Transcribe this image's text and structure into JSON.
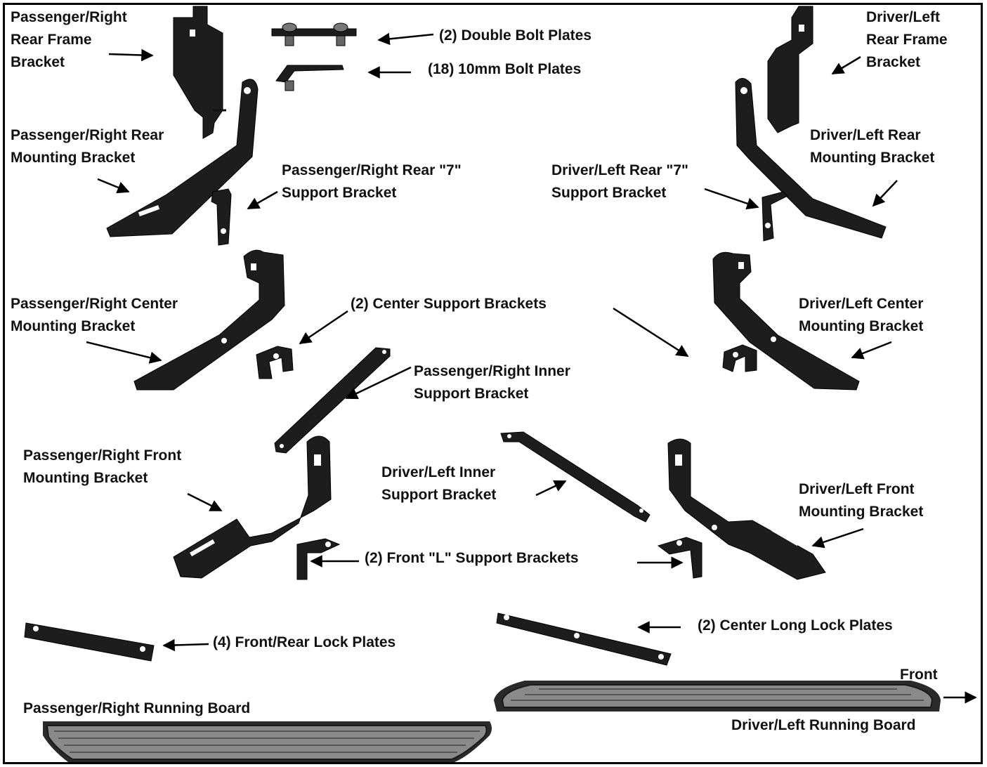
{
  "labels": {
    "pr_rear_frame": [
      "Passenger/Right",
      "Rear Frame",
      "Bracket"
    ],
    "double_bolt": "(2) Double Bolt Plates",
    "bolt_10mm": "(18) 10mm Bolt Plates",
    "dl_rear_frame": [
      "Driver/Left",
      "Rear Frame",
      "Bracket"
    ],
    "pr_rear_mount": [
      "Passenger/Right Rear",
      "Mounting Bracket"
    ],
    "pr_rear_7": [
      "Passenger/Right Rear \"7\"",
      "Support Bracket"
    ],
    "dl_rear_7": [
      "Driver/Left Rear \"7\"",
      "Support Bracket"
    ],
    "dl_rear_mount": [
      "Driver/Left Rear",
      "Mounting Bracket"
    ],
    "pr_center_mount": [
      "Passenger/Right Center",
      "Mounting Bracket"
    ],
    "center_support": "(2) Center Support Brackets",
    "dl_center_mount": [
      "Driver/Left Center",
      "Mounting Bracket"
    ],
    "pr_inner": [
      "Passenger/Right Inner",
      "Support Bracket"
    ],
    "pr_front_mount": [
      "Passenger/Right Front",
      "Mounting Bracket"
    ],
    "dl_inner": [
      "Driver/Left Inner",
      "Support Bracket"
    ],
    "dl_front_mount": [
      "Driver/Left Front",
      "Mounting Bracket"
    ],
    "front_l": "(2) Front \"L\" Support Brackets",
    "lock_plates": "(4) Front/Rear Lock Plates",
    "center_lock": "(2) Center Long Lock Plates",
    "front": "Front",
    "pr_board": "Passenger/Right Running Board",
    "dl_board": "Driver/Left Running Board"
  }
}
